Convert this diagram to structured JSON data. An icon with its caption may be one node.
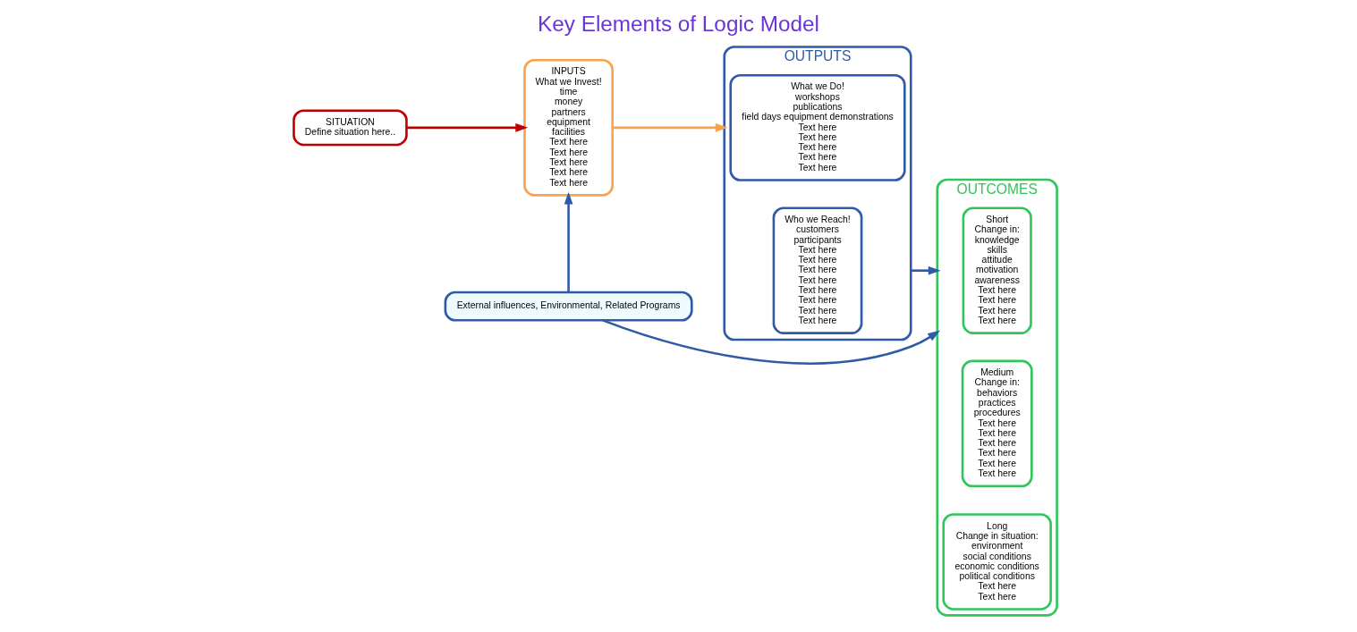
{
  "diagram": {
    "title": "Key Elements of Logic Model",
    "nodes": [
      {
        "text": [
          "SITUATION",
          "Define situation here.."
        ]
      },
      {
        "text": [
          "INPUTS",
          "What we Invest!",
          "time",
          "money",
          "partners",
          "equipment",
          "facilities",
          "Text here",
          "Text here",
          "Text here",
          "Text here",
          "Text here"
        ]
      },
      {
        "text": [
          "OUTPUTS"
        ]
      },
      {
        "text": [
          "What we Do!",
          "workshops",
          "publications",
          "field days equipment demonstrations",
          "Text here",
          "Text here",
          "Text here",
          "Text here",
          "Text here"
        ],
        "in": 2
      },
      {
        "text": [
          "Who we Reach!",
          "customers",
          "participants",
          "Text here",
          "Text here",
          "Text here",
          "Text here",
          "Text here",
          "Text here",
          "Text here",
          "Text here"
        ],
        "in": 2
      },
      {
        "text": [
          "OUTCOMES"
        ]
      },
      {
        "text": [
          "Short",
          "Change in:",
          "knowledge",
          "skills",
          "attitude",
          "motivation",
          "awareness",
          "Text here",
          "Text here",
          "Text here",
          "Text here"
        ],
        "in": 5
      },
      {
        "text": [
          "Medium",
          "Change in:",
          "behaviors",
          "practices",
          "procedures",
          "Text here",
          "Text here",
          "Text here",
          "Text here",
          "Text here",
          "Text here"
        ],
        "in": 5
      },
      {
        "text": [
          "Long",
          "Change in situation:",
          "environment",
          "social conditions",
          "economic conditions",
          "political conditions",
          "Text here",
          "Text here"
        ],
        "in": 5
      },
      {
        "text": [
          "External influences, Environmental, Related Programs"
        ]
      }
    ],
    "edges": [
      {
        "from": 0,
        "to": 1,
        "arrow": "to",
        "color": "#c00000"
      },
      {
        "from": 1,
        "to": 2,
        "arrow": "to",
        "color": "#f7a24f"
      },
      {
        "from": 2,
        "to": 5,
        "arrow": "to"
      },
      {
        "from": 9,
        "to": 1,
        "arrow": "to"
      },
      {
        "from": 9,
        "to": 5,
        "arrow": "to"
      }
    ]
  }
}
